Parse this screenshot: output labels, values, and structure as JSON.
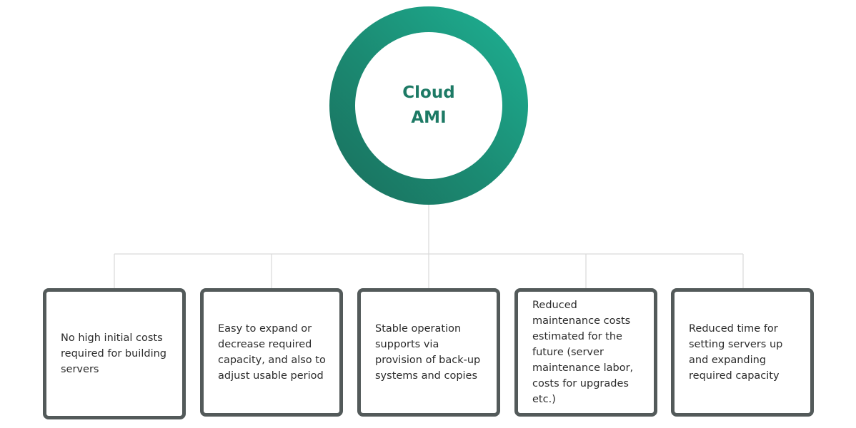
{
  "hub": {
    "title_line1": "Cloud",
    "title_line2": "AMI"
  },
  "benefits": [
    {
      "text": "No high initial costs required for building servers"
    },
    {
      "text": "Easy to expand or decrease required capacity, and also to adjust usable period"
    },
    {
      "text": "Stable operation supports via provision of back-up systems and copies"
    },
    {
      "text": "Reduced maintenance costs estimated for the future (server maintenance labor, costs for upgrades etc.)"
    },
    {
      "text": "Reduced time for setting servers up and expanding required capacity"
    }
  ],
  "colors": {
    "ring_dark": "#1a6e5c",
    "ring_light": "#1eb294",
    "title_text": "#1d7a65",
    "card_border": "#535a5a",
    "connector": "#d9d9d9"
  }
}
